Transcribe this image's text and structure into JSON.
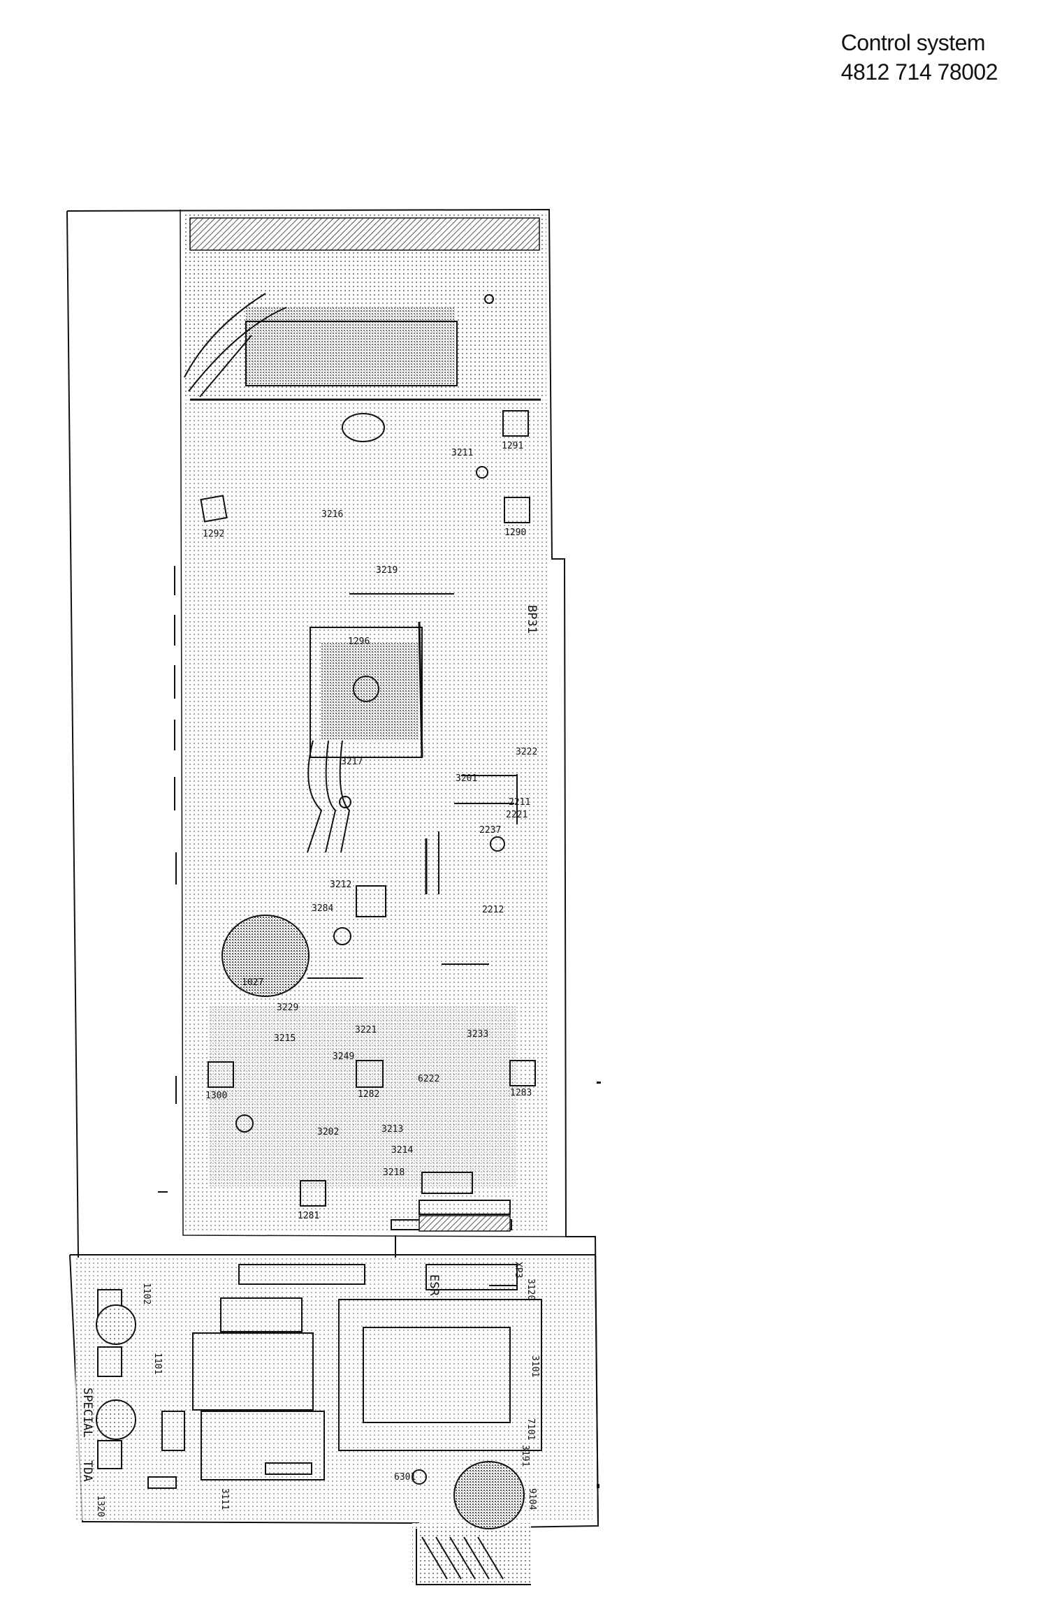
{
  "header": {
    "title": "Control system",
    "part_number": "4812 714 78002"
  },
  "board": {
    "labels": [
      "1292",
      "1291",
      "1290",
      "1296",
      "1300",
      "1282",
      "1283",
      "1281",
      "1027",
      "3221",
      "3233",
      "3222",
      "3218",
      "3216",
      "3211",
      "2221",
      "2211",
      "3217",
      "3212",
      "3284",
      "2212",
      "6222",
      "3213",
      "3214",
      "3215",
      "3219",
      "2237",
      "3201",
      "BP31",
      "7101",
      "3111",
      "1101",
      "3101",
      "3191",
      "3120",
      "1102",
      "9104",
      "6301",
      "1320",
      "XP3",
      "ESR",
      "3202",
      "3229",
      "3249"
    ],
    "connector_label": "SPECIAL",
    "sub_label": "TDA"
  }
}
